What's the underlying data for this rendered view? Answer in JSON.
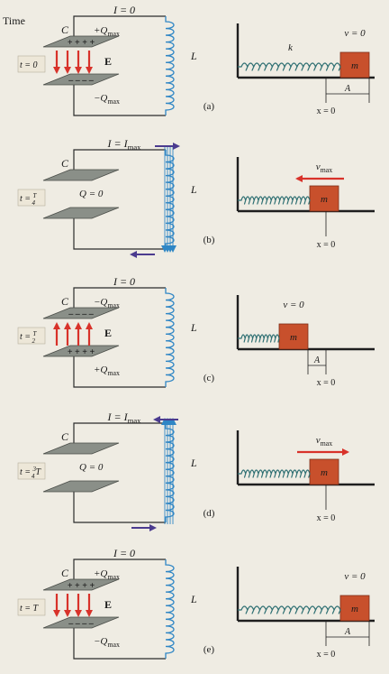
{
  "header": {
    "time_label": "Time"
  },
  "colors": {
    "page_background": "#efece3",
    "plate": "#8a8f88",
    "wire": "#2b2b2b",
    "coil": "#2f86c5",
    "field_arrow": "#d8322a",
    "velocity_arrow": "#d8322a",
    "current_arrow": "#4b3b8f",
    "block": "#c8502c",
    "spring": "#2e6f72",
    "time_box": "#ede7d8"
  },
  "icons": {
    "capacitor": "parallel-plate-capacitor-icon",
    "inductor": "coil-inductor-icon",
    "spring": "spring-icon",
    "block": "mass-block-icon",
    "current": "current-arrow-icon",
    "velocity": "velocity-arrow-icon"
  },
  "panels": [
    {
      "id": "a",
      "panel_label": "(a)",
      "time_num": "t = 0",
      "time_frac_num": "",
      "time_frac_den": "",
      "time_suffix": "",
      "current_label": "I = 0",
      "capacitor_label": "C",
      "upper_plate_charge": "+Q",
      "upper_plate_charge_sub": "max",
      "upper_plate_signs": "+ + + +",
      "lower_plate_charge": "−Q",
      "lower_plate_charge_sub": "max",
      "lower_plate_signs": "– – – –",
      "center_charge_label": "",
      "field_label": "E",
      "field_direction": "down",
      "current_direction": "none",
      "coil_flux": false,
      "inductor_label": "L",
      "spring_label": "k",
      "mass_label": "m",
      "speed_label": "v = 0",
      "velocity_direction": "none",
      "amplitude_label": "A",
      "equilibrium_label": "x = 0",
      "spring_state": "stretched"
    },
    {
      "id": "b",
      "panel_label": "(b)",
      "time_num": "t = ",
      "time_frac_num": "T",
      "time_frac_den": "4",
      "time_suffix": "",
      "current_label": "I = I",
      "current_sub": "max",
      "capacitor_label": "C",
      "upper_plate_charge": "",
      "upper_plate_charge_sub": "",
      "upper_plate_signs": "",
      "lower_plate_charge": "",
      "lower_plate_charge_sub": "",
      "lower_plate_signs": "",
      "center_charge_label": "Q = 0",
      "field_label": "",
      "field_direction": "none",
      "current_direction": "clockwise",
      "coil_flux": true,
      "inductor_label": "L",
      "mass_label": "m",
      "speed_label": "v",
      "speed_sub": "max",
      "velocity_direction": "left",
      "equilibrium_label": "x = 0",
      "spring_state": "natural"
    },
    {
      "id": "c",
      "panel_label": "(c)",
      "time_num": "t = ",
      "time_frac_num": "T",
      "time_frac_den": "2",
      "time_suffix": "",
      "current_label": "I = 0",
      "capacitor_label": "C",
      "upper_plate_charge": "−Q",
      "upper_plate_charge_sub": "max",
      "upper_plate_signs": "– – – –",
      "lower_plate_charge": "+Q",
      "lower_plate_charge_sub": "max",
      "lower_plate_signs": "+ + + +",
      "center_charge_label": "",
      "field_label": "E",
      "field_direction": "up",
      "current_direction": "none",
      "coil_flux": false,
      "inductor_label": "L",
      "mass_label": "m",
      "speed_label": "v = 0",
      "velocity_direction": "none",
      "amplitude_label": "A",
      "equilibrium_label": "x = 0",
      "spring_state": "compressed"
    },
    {
      "id": "d",
      "panel_label": "(d)",
      "time_num": "t = ",
      "time_frac_num": "3",
      "time_frac_den": "4",
      "time_suffix": "T",
      "current_label": "I = I",
      "current_sub": "max",
      "capacitor_label": "C",
      "upper_plate_charge": "",
      "upper_plate_charge_sub": "",
      "upper_plate_signs": "",
      "lower_plate_charge": "",
      "lower_plate_charge_sub": "",
      "lower_plate_signs": "",
      "center_charge_label": "Q = 0",
      "field_label": "",
      "field_direction": "none",
      "current_direction": "counterclockwise",
      "coil_flux": true,
      "inductor_label": "L",
      "mass_label": "m",
      "speed_label": "v",
      "speed_sub": "max",
      "velocity_direction": "right",
      "equilibrium_label": "x = 0",
      "spring_state": "natural"
    },
    {
      "id": "e",
      "panel_label": "(e)",
      "time_num": "t = T",
      "time_frac_num": "",
      "time_frac_den": "",
      "time_suffix": "",
      "current_label": "I = 0",
      "capacitor_label": "C",
      "upper_plate_charge": "+Q",
      "upper_plate_charge_sub": "max",
      "upper_plate_signs": "+ + + +",
      "lower_plate_charge": "−Q",
      "lower_plate_charge_sub": "max",
      "lower_plate_signs": "– – – –",
      "center_charge_label": "",
      "field_label": "E",
      "field_direction": "down",
      "current_direction": "none",
      "coil_flux": false,
      "inductor_label": "L",
      "mass_label": "m",
      "speed_label": "v = 0",
      "velocity_direction": "none",
      "amplitude_label": "A",
      "equilibrium_label": "x = 0",
      "spring_state": "stretched"
    }
  ]
}
